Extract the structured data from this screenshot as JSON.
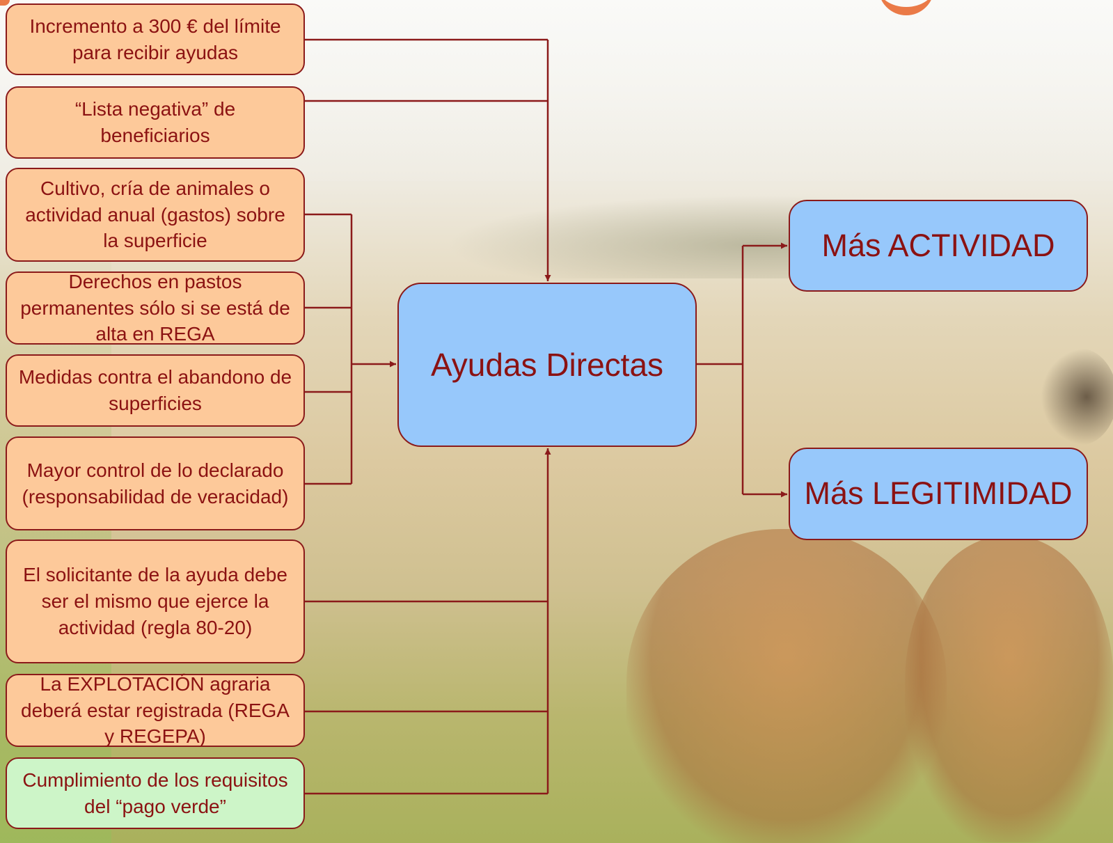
{
  "diagram": {
    "requirements": [
      {
        "id": "req-limite-300",
        "text": "Incremento a 300 € del límite para recibir ayudas"
      },
      {
        "id": "req-lista-negativa",
        "text": "“Lista negativa” de beneficiarios"
      },
      {
        "id": "req-cultivo",
        "text": "Cultivo, cría de animales o actividad anual (gastos) sobre la superficie"
      },
      {
        "id": "req-pastos-rega",
        "text": "Derechos en pastos permanentes sólo si se está de alta en REGA"
      },
      {
        "id": "req-abandono",
        "text": "Medidas contra el abandono de superficies"
      },
      {
        "id": "req-control",
        "text": "Mayor control de lo declarado (responsabilidad de veracidad)"
      },
      {
        "id": "req-solicitante",
        "text": "El solicitante de la ayuda debe ser el mismo que ejerce la actividad (regla 80-20)"
      },
      {
        "id": "req-explotacion",
        "text": "La EXPLOTACIÓN agraria deberá estar registrada (REGA y REGEPA)"
      },
      {
        "id": "req-pago-verde",
        "text": "Cumplimiento de los requisitos del “pago verde”"
      }
    ],
    "center": {
      "text": "Ayudas Directas"
    },
    "results": [
      {
        "id": "mas-actividad",
        "text": "Más ACTIVIDAD"
      },
      {
        "id": "mas-legitimidad",
        "text": "Más LEGITIMIDAD"
      }
    ],
    "colors": {
      "requirement_fill": "#fdc99a",
      "requirement_green_fill": "#cdf5c8",
      "center_fill": "#97c8fb",
      "text": "#8b1212",
      "connector": "#8b1a1a"
    }
  }
}
